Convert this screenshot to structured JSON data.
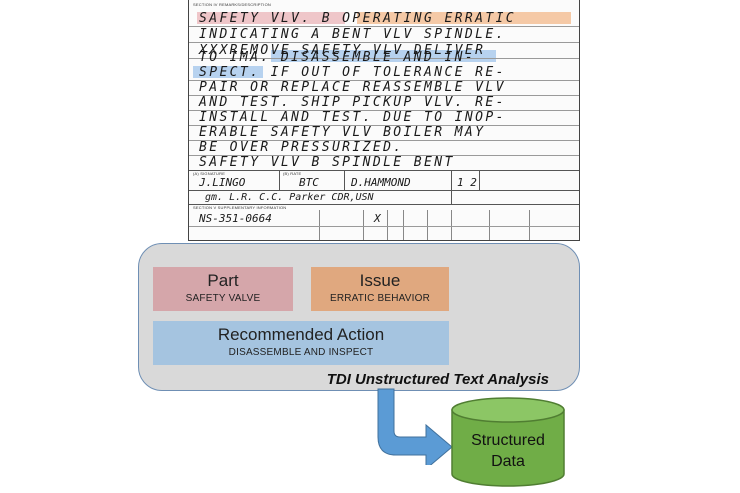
{
  "form": {
    "section_header": "SECTION IV  REMARKS/DESCRIPTION",
    "section_label_2": "SECTION V  SUPPLEMENTARY INFORMATION",
    "field_label_a": "(A) SIGNATURE",
    "field_label_b": "(B) RATE",
    "lines": [
      "SAFETY VLV. B  OPERATING ERRATIC",
      "INDICATING A BENT VLV SPINDLE.",
      "XXXREMOVE SAFETY VLV DELIVER",
      "TO IMA. DISASSEMBLE AND IN-",
      "SPECT. IF OUT OF TOLERANCE RE-",
      "PAIR OR REPLACE REASSEMBLE VLV",
      "AND TEST. SHIP PICKUP VLV. RE-",
      "INSTALL AND TEST. DUE TO INOP-",
      "ERABLE SAFETY VLV BOILER MAY",
      "BE OVER PRESSURIZED.",
      "SAFETY VLV B SPINDLE BENT"
    ],
    "name_1": "J.LINGO",
    "rate_1": "BTC",
    "name_2": "D.HAMMOND",
    "count": "1 2",
    "signature": "gm. L.R.  C.C. Parker  CDR,USN",
    "stock_number": "NS-351-0664",
    "mark": "X"
  },
  "panel": {
    "label": "TDI Unstructured Text Analysis",
    "part": {
      "title": "Part",
      "value": "SAFETY VALVE"
    },
    "issue": {
      "title": "Issue",
      "value": "ERRATIC BEHAVIOR"
    },
    "action": {
      "title": "Recommended Action",
      "value": "DISASSEMBLE AND INSPECT"
    }
  },
  "output": {
    "line1": "Structured",
    "line2": "Data"
  },
  "colors": {
    "part": "#d5a6aa",
    "issue": "#e0a87f",
    "action": "#a5c4e0",
    "arrow": "#5b9bd5",
    "cylinder": "#70ad47"
  }
}
